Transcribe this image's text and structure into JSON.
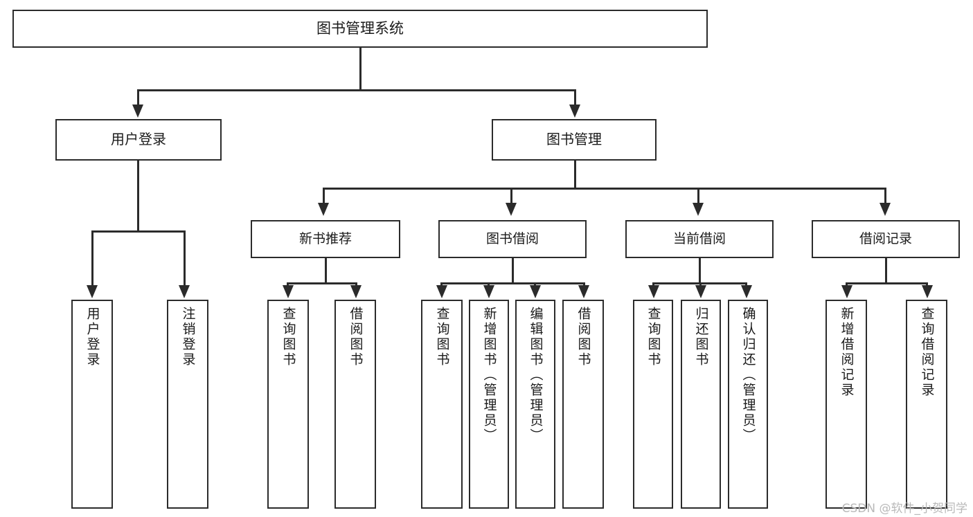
{
  "diagram": {
    "type": "tree-hierarchy-chart",
    "title": "图书管理系统",
    "stroke_color": "#2b2b2b",
    "fill_color": "#ffffff",
    "root": {
      "id": "root",
      "label": "图书管理系统",
      "orientation": "horizontal"
    },
    "level2": [
      {
        "id": "user-login",
        "label": "用户登录",
        "orientation": "horizontal"
      },
      {
        "id": "book-manage",
        "label": "图书管理",
        "orientation": "horizontal"
      }
    ],
    "level3": [
      {
        "id": "new-book-recommend",
        "label": "新书推荐",
        "orientation": "horizontal"
      },
      {
        "id": "book-borrow",
        "label": "图书借阅",
        "orientation": "horizontal"
      },
      {
        "id": "current-borrow",
        "label": "当前借阅",
        "orientation": "horizontal"
      },
      {
        "id": "borrow-record",
        "label": "借阅记录",
        "orientation": "horizontal"
      }
    ],
    "leaves": [
      {
        "id": "leaf-user-login",
        "parent": "user-login",
        "label": "用户登录",
        "orientation": "vertical"
      },
      {
        "id": "leaf-logout",
        "parent": "user-login",
        "label": "注销登录",
        "orientation": "vertical"
      },
      {
        "id": "leaf-query-book-1",
        "parent": "new-book-recommend",
        "label": "查询图书",
        "orientation": "vertical"
      },
      {
        "id": "leaf-borrow-book-1",
        "parent": "new-book-recommend",
        "label": "借阅图书",
        "orientation": "vertical"
      },
      {
        "id": "leaf-query-book-2",
        "parent": "book-borrow",
        "label": "查询图书",
        "orientation": "vertical"
      },
      {
        "id": "leaf-add-book",
        "parent": "book-borrow",
        "label": "新增图书（管理员）",
        "orientation": "vertical"
      },
      {
        "id": "leaf-edit-book",
        "parent": "book-borrow",
        "label": "编辑图书（管理员）",
        "orientation": "vertical"
      },
      {
        "id": "leaf-borrow-book-2",
        "parent": "book-borrow",
        "label": "借阅图书",
        "orientation": "vertical"
      },
      {
        "id": "leaf-query-book-3",
        "parent": "current-borrow",
        "label": "查询图书",
        "orientation": "vertical"
      },
      {
        "id": "leaf-return-book",
        "parent": "current-borrow",
        "label": "归还图书",
        "orientation": "vertical"
      },
      {
        "id": "leaf-confirm-return",
        "parent": "current-borrow",
        "label": "确认归还（管理员）",
        "orientation": "vertical"
      },
      {
        "id": "leaf-add-record",
        "parent": "borrow-record",
        "label": "新增借阅记录",
        "orientation": "vertical"
      },
      {
        "id": "leaf-query-record",
        "parent": "borrow-record",
        "label": "查询借阅记录",
        "orientation": "vertical"
      }
    ]
  },
  "watermark": {
    "text": "CSDN @软件_小贺同学"
  }
}
